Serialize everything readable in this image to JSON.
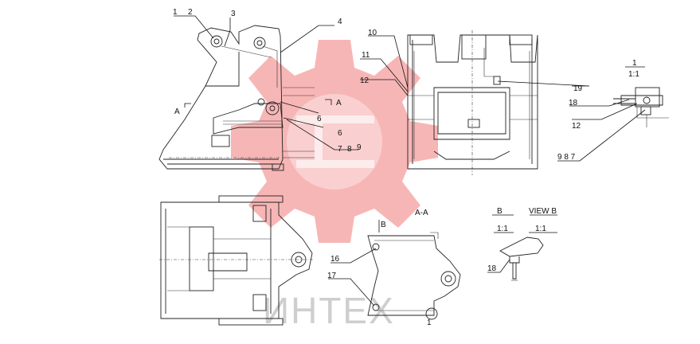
{
  "watermark": {
    "text": "ИНТЕХ",
    "color": "#f07a7a"
  },
  "callouts": [
    {
      "id": "c1",
      "text": "1"
    },
    {
      "id": "c2",
      "text": "2"
    },
    {
      "id": "c3",
      "text": "3"
    },
    {
      "id": "c4",
      "text": "4"
    },
    {
      "id": "c6a",
      "text": "6"
    },
    {
      "id": "c6b",
      "text": "6"
    },
    {
      "id": "c7",
      "text": "7"
    },
    {
      "id": "c8",
      "text": "8"
    },
    {
      "id": "c9",
      "text": "9"
    },
    {
      "id": "c10",
      "text": "10"
    },
    {
      "id": "c11",
      "text": "11"
    },
    {
      "id": "c12a",
      "text": "12"
    },
    {
      "id": "c19",
      "text": "19"
    },
    {
      "id": "c18a",
      "text": "18"
    },
    {
      "id": "c12b",
      "text": "12"
    },
    {
      "id": "c987",
      "text": "9 8 7"
    },
    {
      "id": "c16",
      "text": "16"
    },
    {
      "id": "c17",
      "text": "17"
    },
    {
      "id": "c18b",
      "text": "18"
    }
  ],
  "view_labels": {
    "a_left": "A",
    "a_right": "A",
    "b_arrow": "B",
    "section_aa": "A-A",
    "detail_1": "1",
    "detail_1_scale": "1:1",
    "detail_b": "B",
    "detail_b_scale": "1:1",
    "view_b": "VIEW B",
    "view_b_scale": "1:1",
    "bottom_one": "1"
  }
}
